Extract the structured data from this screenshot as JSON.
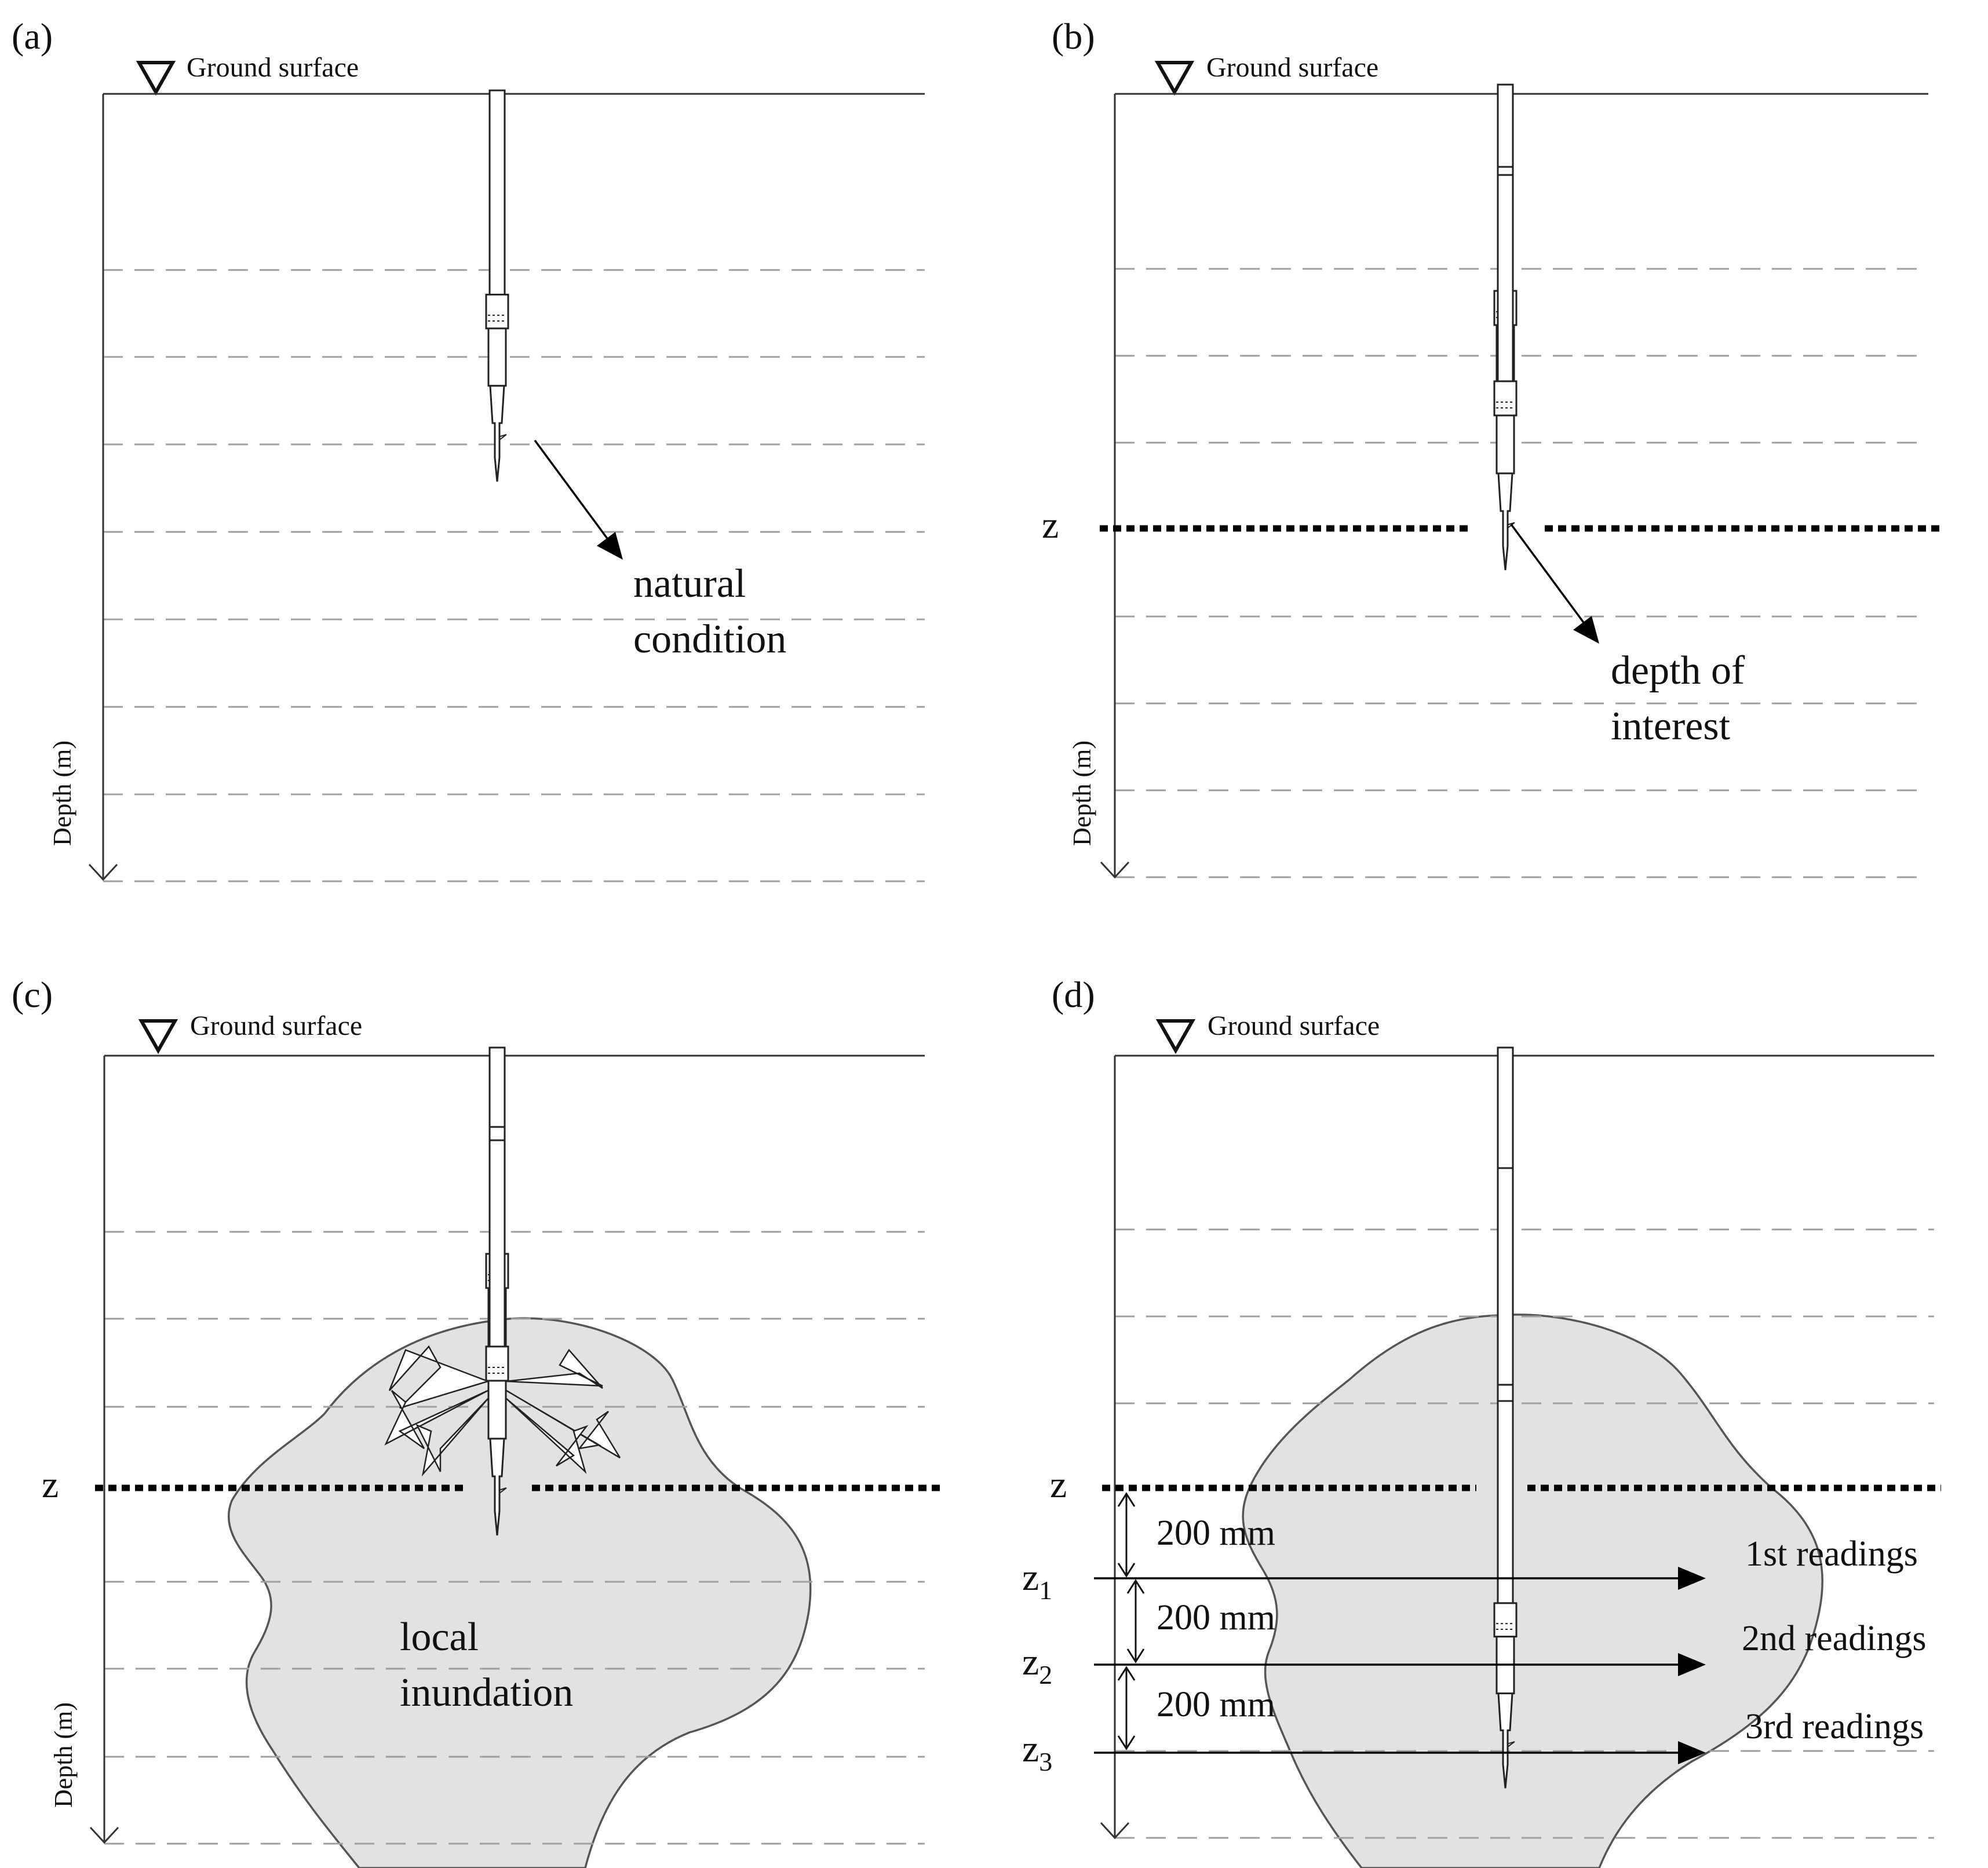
{
  "panels": {
    "a": {
      "label": "(a)",
      "ground": "Ground surface",
      "axis": "Depth (m)",
      "note_line1": "natural",
      "note_line2": "condition"
    },
    "b": {
      "label": "(b)",
      "ground": "Ground surface",
      "axis": "Depth (m)",
      "z": "z",
      "note_line1": "depth of",
      "note_line2": "interest"
    },
    "c": {
      "label": "(c)",
      "ground": "Ground surface",
      "axis": "Depth (m)",
      "z": "z",
      "note_line1": "local",
      "note_line2": "inundation"
    },
    "d": {
      "label": "(d)",
      "ground": "Ground surface",
      "z": "z",
      "spacings": [
        "200 mm",
        "200 mm",
        "200 mm"
      ],
      "levels": [
        {
          "z": "z",
          "sub": "1",
          "reading": "1st readings"
        },
        {
          "z": "z",
          "sub": "2",
          "reading": "2nd readings"
        },
        {
          "z": "z",
          "sub": "3",
          "reading": "3rd readings"
        }
      ]
    }
  },
  "colors": {
    "soil_zone": "#e2e2e2",
    "dashed_layers": "#a0a0a0",
    "lines": "#333333"
  }
}
